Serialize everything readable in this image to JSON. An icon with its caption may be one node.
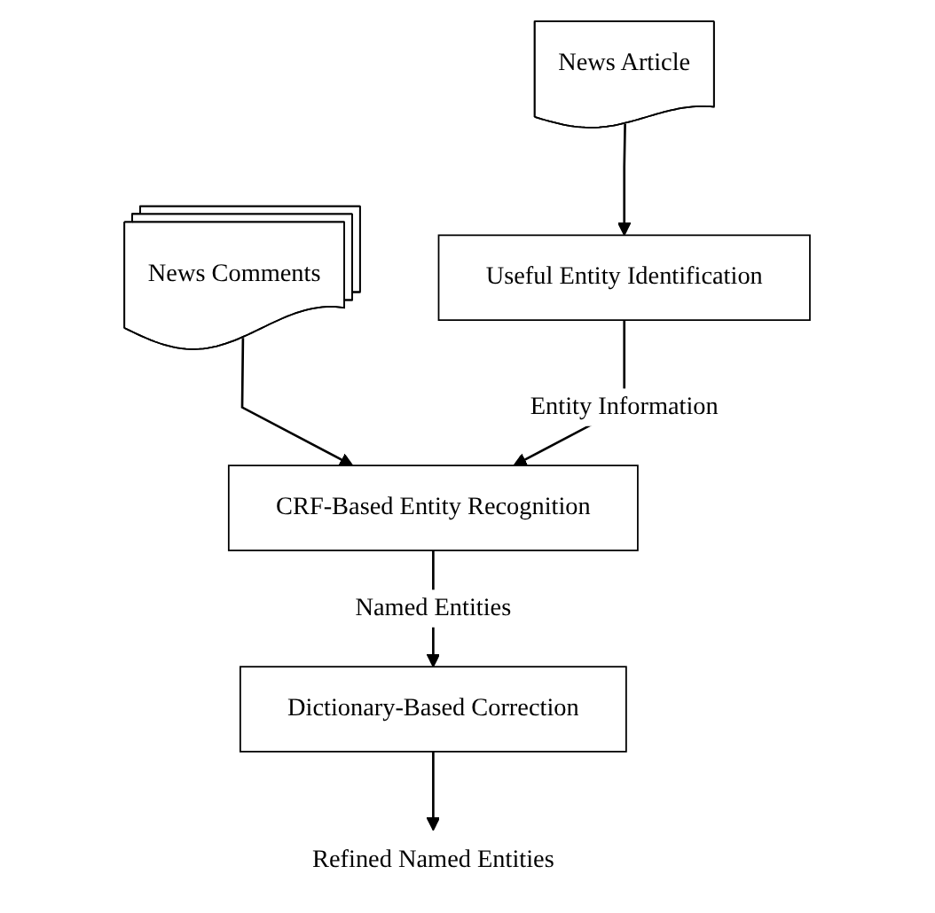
{
  "diagram": {
    "nodes": [
      {
        "text": [
          "News Article"
        ]
      },
      {
        "text": [
          "News Comments"
        ]
      },
      {
        "text": [
          "Useful Entity Identification"
        ]
      },
      {
        "text": [
          "CRF-Based Entity Recognition"
        ]
      },
      {
        "text": [
          "Dictionary-Based Correction"
        ]
      },
      {
        "text": [
          "Refined Named Entities"
        ]
      }
    ],
    "edges": [
      {
        "from": 0,
        "to": 2,
        "arrow": "to"
      },
      {
        "from": 1,
        "to": 3,
        "arrow": "to"
      },
      {
        "from": 2,
        "to": 3,
        "arrow": "to",
        "label": "Entity Information"
      },
      {
        "from": 3,
        "to": 4,
        "arrow": "to",
        "label": "Named Entities"
      },
      {
        "from": 4,
        "to": 5,
        "arrow": "to"
      }
    ]
  }
}
